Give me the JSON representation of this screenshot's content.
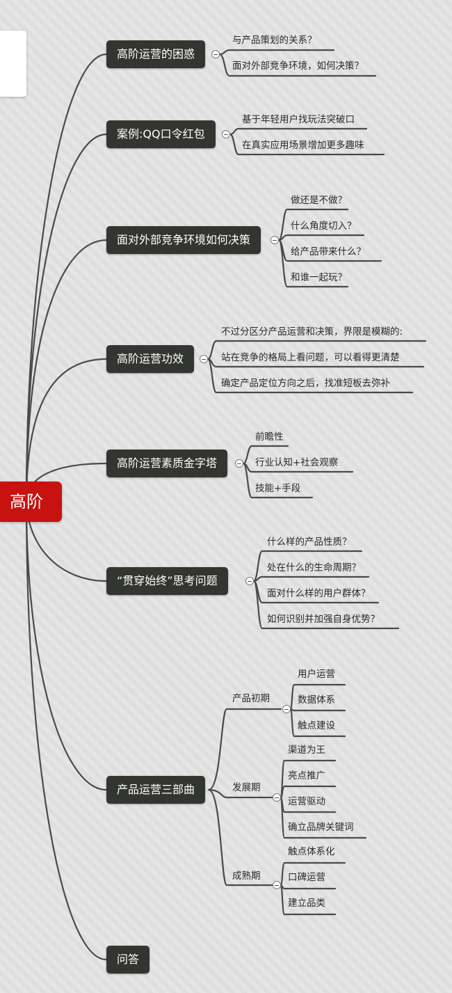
{
  "root": {
    "label": "高阶"
  },
  "topics": [
    {
      "label": "高阶运营的困惑",
      "children": [
        "与产品策划的关系？",
        "面对外部竞争环境，如何决策？"
      ]
    },
    {
      "label": "案例:QQ口令红包",
      "children": [
        "基于年轻用户找玩法突破口",
        "在真实应用场景增加更多趣味"
      ]
    },
    {
      "label": "面对外部竞争环境如何决策",
      "children": [
        "做还是不做？",
        "什么角度切入？",
        "给产品带来什么？",
        "和谁一起玩？"
      ]
    },
    {
      "label": "高阶运营功效",
      "children": [
        "不过分区分产品运营和决策，界限是模糊的:",
        "站在竞争的格局上看问题，可以看得更清楚",
        "确定产品定位方向之后，找准短板去弥补"
      ]
    },
    {
      "label": "高阶运营素质金字塔",
      "children": [
        "前瞻性",
        "行业认知+社会观察",
        "技能+手段"
      ]
    },
    {
      "label": "“贯穿始终”思考问题",
      "children": [
        "什么样的产品性质？",
        "处在什么的生命周期？",
        "面对什么样的用户群体？",
        "如何识别并加强自身优势？"
      ]
    },
    {
      "label": "产品运营三部曲",
      "subgroups": [
        {
          "label": "产品初期",
          "children": [
            "用户运营",
            "数据体系",
            "触点建设"
          ]
        },
        {
          "label": "发展期",
          "children": [
            "渠道为王",
            "亮点推广",
            "运营驱动",
            "确立品牌关键词"
          ]
        },
        {
          "label": "成熟期",
          "children": [
            "触点体系化",
            "口碑运营",
            "建立品类"
          ]
        }
      ]
    },
    {
      "label": "问答"
    }
  ]
}
